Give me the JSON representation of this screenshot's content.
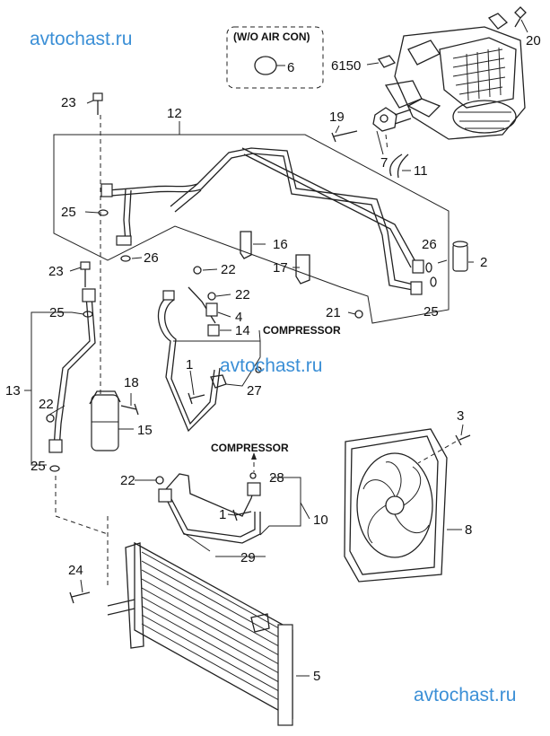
{
  "watermarks": {
    "top": "avtochast.ru",
    "middle": "avtochast.ru",
    "bottom": "avtochast.ru"
  },
  "notes": {
    "wo_air_con": "(W/O AIR CON)",
    "compressor_upper": "COMPRESSOR",
    "compressor_lower": "COMPRESSOR"
  },
  "labels": {
    "l1a": "1",
    "l1b": "1",
    "l2": "2",
    "l3": "3",
    "l4": "4",
    "l5": "5",
    "l6": "6",
    "l7": "7",
    "l8": "8",
    "l10": "10",
    "l11": "11",
    "l12": "12",
    "l13": "13",
    "l14": "14",
    "l15": "15",
    "l16": "16",
    "l17": "17",
    "l18": "18",
    "l19": "19",
    "l20": "20",
    "l21": "21",
    "l22a": "22",
    "l22b": "22",
    "l22c": "22",
    "l22d": "22",
    "l23a": "23",
    "l23b": "23",
    "l24": "24",
    "l25a": "25",
    "l25b": "25",
    "l25c": "25",
    "l25d": "25",
    "l26a": "26",
    "l26b": "26",
    "l27": "27",
    "l28": "28",
    "l29": "29",
    "l6150": "6150"
  }
}
